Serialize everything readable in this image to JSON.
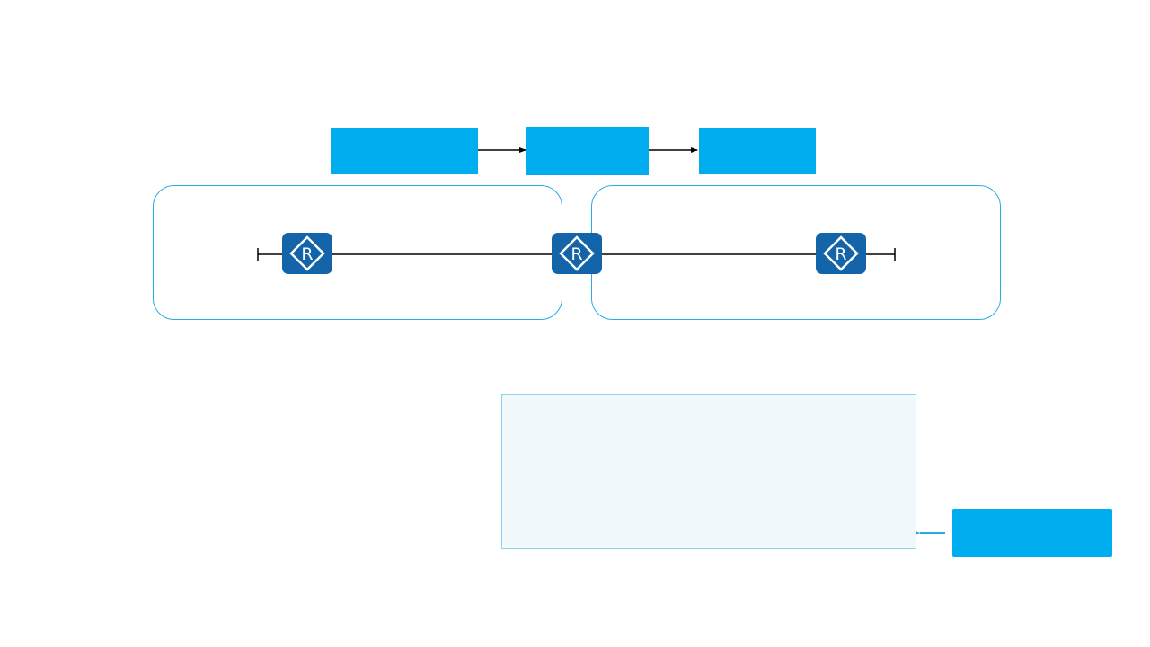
{
  "colors": {
    "accent_box": "#00aeef",
    "router_fill": "#1464aa",
    "router_glyph": "#ffffff",
    "area_border": "#29abe2",
    "panel_fill": "#f2f9fd",
    "panel_border": "#8ed3ef",
    "line": "#000000",
    "arrow_accent": "#29abe2"
  },
  "flow_boxes": [
    {
      "label": ""
    },
    {
      "label": ""
    },
    {
      "label": ""
    }
  ],
  "areas": [
    {
      "label": ""
    },
    {
      "label": ""
    }
  ],
  "routers": [
    {
      "icon": "router-icon",
      "glyph": "R"
    },
    {
      "icon": "router-icon",
      "glyph": "R"
    },
    {
      "icon": "router-icon",
      "glyph": "R"
    }
  ],
  "info_panel": {
    "text": ""
  },
  "callout_box": {
    "label": ""
  }
}
